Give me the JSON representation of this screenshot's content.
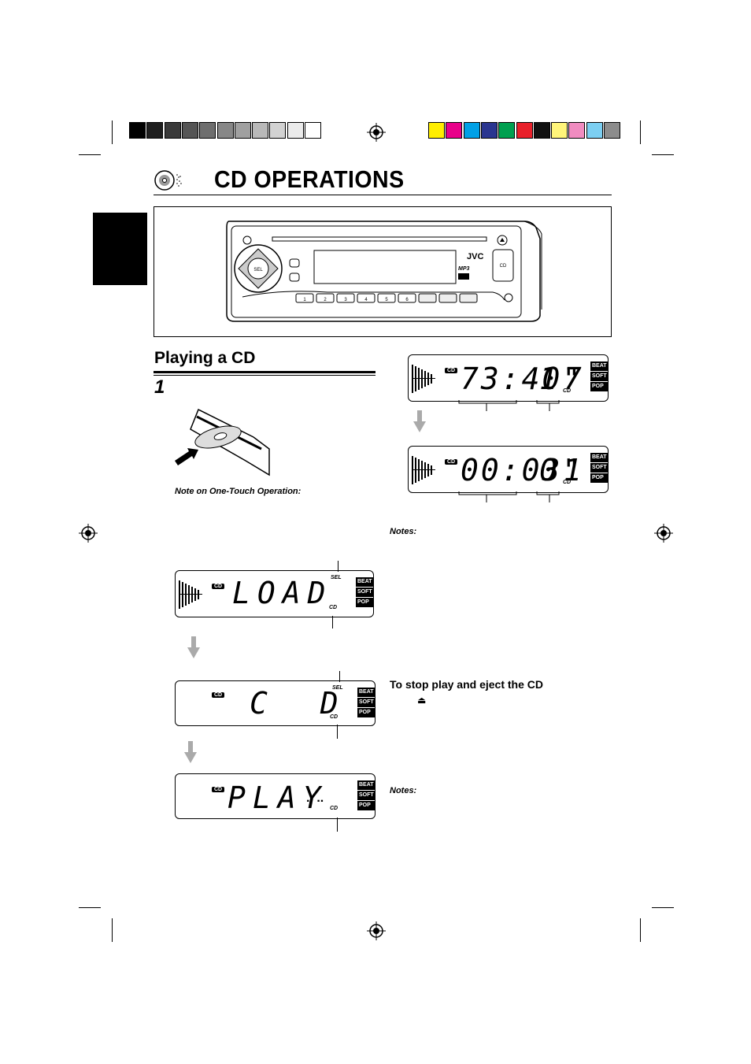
{
  "page": {
    "title": "CD OPERATIONS",
    "section_title": "Playing a CD",
    "step_number": "1",
    "note_one_touch": "Note on One-Touch Operation:",
    "notes_right_1": "Notes:",
    "notes_right_2": "Notes:",
    "stop_heading": "To stop play and eject the CD",
    "eject_symbol": "⏏"
  },
  "registration": {
    "gray_swatches": [
      "#000000",
      "#1e1e1e",
      "#3a3a3a",
      "#555555",
      "#6e6e6e",
      "#878787",
      "#a0a0a0",
      "#b9b9b9",
      "#d2d2d2",
      "#ebebeb",
      "#ffffff"
    ],
    "color_swatches": [
      "#ffee00",
      "#e8008a",
      "#00a0e6",
      "#2a3590",
      "#00a050",
      "#e8202a",
      "#111111",
      "#fff57a",
      "#f08cc0",
      "#7ccff2",
      "#8c8c8c"
    ]
  },
  "unit": {
    "brand": "JVC",
    "sel_label": "SEL",
    "mp3_label": "MP3",
    "cd_label": "CD",
    "presets": [
      "1",
      "2",
      "3",
      "4",
      "5",
      "6"
    ]
  },
  "displays": {
    "load": {
      "text": "LOAD",
      "cd_badge": "CD",
      "sel_badge": "SEL",
      "modes": [
        "BEAT",
        "SOFT",
        "POP"
      ]
    },
    "cd": {
      "text": "C D",
      "cd_badge": "CD",
      "sel_badge": "SEL",
      "modes": [
        "BEAT",
        "SOFT",
        "POP"
      ]
    },
    "play": {
      "text": "PLAY",
      "dots": ".. ..",
      "cd_badge": "CD",
      "modes": [
        "BEAT",
        "SOFT",
        "POP"
      ]
    },
    "total": {
      "time": "73:40\"",
      "track": "17",
      "cd_badge": "CD",
      "modes": [
        "BEAT",
        "SOFT",
        "POP"
      ]
    },
    "elapsed": {
      "time": "00:03\"",
      "track": "01",
      "cd_badge": "CD",
      "modes": [
        "BEAT",
        "SOFT",
        "POP"
      ]
    }
  }
}
